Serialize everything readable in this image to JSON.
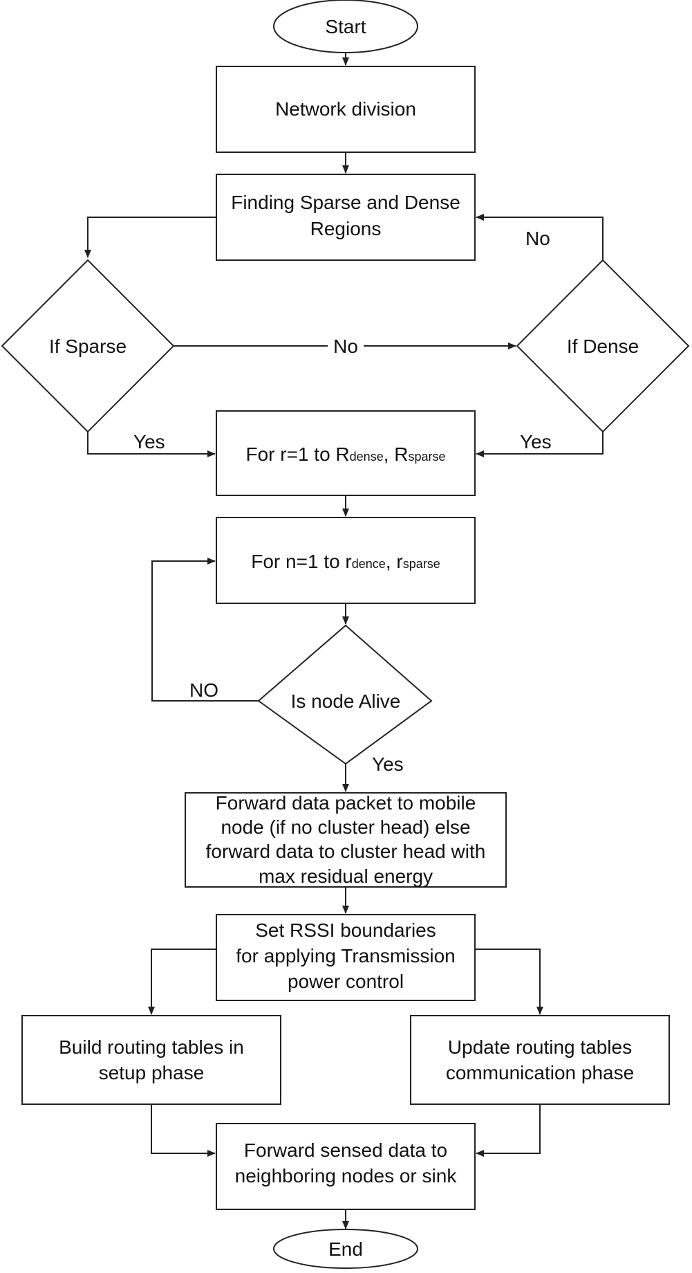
{
  "diagram": {
    "start": "Start",
    "end": "End",
    "network_division": "Network division",
    "find_regions": [
      "Finding Sparse and Dense",
      "Regions"
    ],
    "if_sparse": "If Sparse",
    "if_dense": "If Dense",
    "for_r": {
      "prefix": "For r=1 to R",
      "sub1": "dense",
      "sep": ", R",
      "sub2": "sparse"
    },
    "for_n": {
      "prefix": "For n=1 to r",
      "sub1": "dence",
      "sep": ", r",
      "sub2": "sparse"
    },
    "is_node_alive": "Is node Alive",
    "forward_packet": [
      "Forward data packet to mobile",
      "node (if no cluster head) else",
      "forward data to cluster head with",
      "max residual energy"
    ],
    "set_rssi": [
      "Set RSSI boundaries",
      "for applying Transmission",
      "power control"
    ],
    "build_tables": [
      "Build routing tables in",
      "setup phase"
    ],
    "update_tables": [
      "Update routing tables",
      "communication phase"
    ],
    "forward_sensed": [
      "Forward sensed data to",
      "neighboring nodes or sink"
    ],
    "labels": {
      "no_top": "No",
      "no_middle": "No",
      "yes_sparse": "Yes",
      "yes_dense": "Yes",
      "no_loop": "NO",
      "yes_alive": "Yes"
    }
  }
}
